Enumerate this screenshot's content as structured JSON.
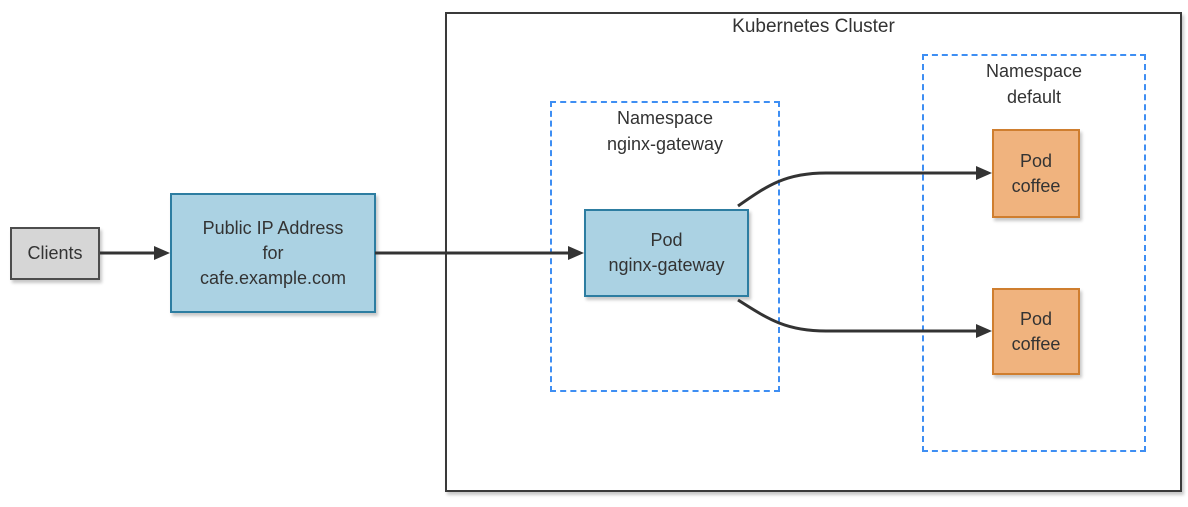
{
  "diagram_title": "Kubernetes Cluster",
  "nodes": {
    "clients": {
      "label": "Clients"
    },
    "public_ip": {
      "label": "Public IP Address\nfor\ncafe.example.com"
    },
    "namespace_nginx_gateway": {
      "label": "Namespace\nnginx-gateway"
    },
    "pod_nginx_gateway": {
      "label": "Pod\nnginx-gateway"
    },
    "namespace_default": {
      "label": "Namespace\ndefault"
    },
    "pod_coffee_1": {
      "label": "Pod\ncoffee"
    },
    "pod_coffee_2": {
      "label": "Pod\ncoffee"
    }
  },
  "edges": [
    {
      "from": "clients",
      "to": "public_ip"
    },
    {
      "from": "public_ip",
      "to": "pod_nginx_gateway"
    },
    {
      "from": "pod_nginx_gateway",
      "to": "pod_coffee_1"
    },
    {
      "from": "pod_nginx_gateway",
      "to": "pod_coffee_2"
    }
  ],
  "colors": {
    "blue_fill": "#abd2e3",
    "blue_stroke": "#2d7da1",
    "orange_fill": "#f0b37e",
    "orange_stroke": "#cf7e2f",
    "gray_fill": "#d6d6d6",
    "gray_stroke": "#4d4d4d",
    "namespace_dash": "#3e8ef3",
    "cluster_border": "#3a3a3a",
    "arrow": "#333333",
    "text": "#333333"
  }
}
